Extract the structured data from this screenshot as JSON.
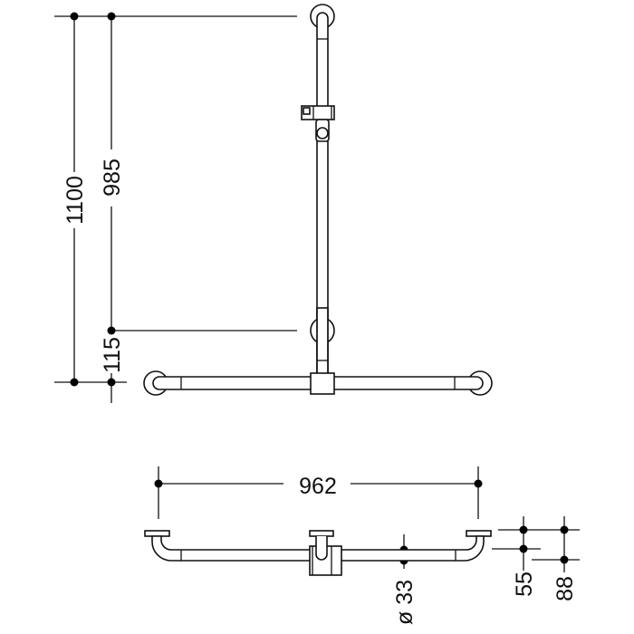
{
  "dimensions": {
    "total_height": "1100",
    "upper_height": "985",
    "lower_offset": "115",
    "width": "962",
    "diameter": "ø 33",
    "depth_inner": "55",
    "depth_outer": "88"
  },
  "colors": {
    "line": "#111111",
    "background": "#ffffff"
  }
}
